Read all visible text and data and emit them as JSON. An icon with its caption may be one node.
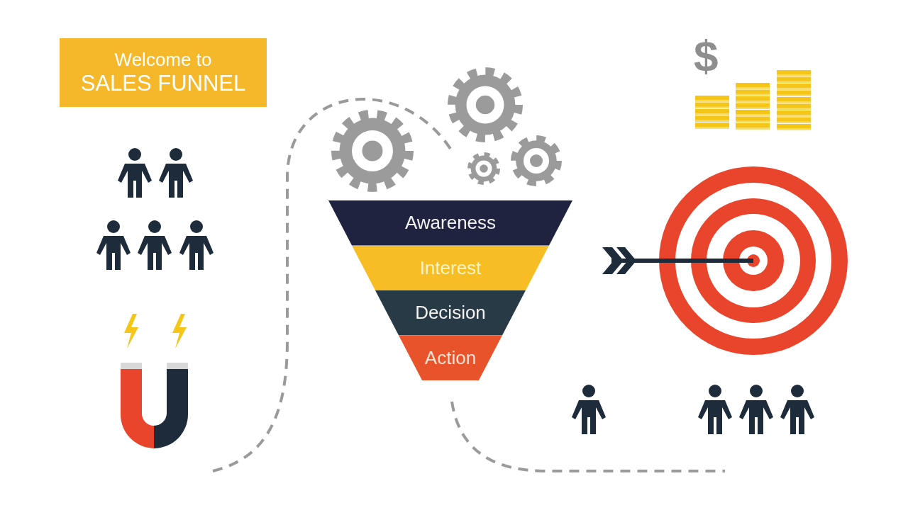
{
  "diagram": {
    "nodes": [
      {
        "text": [
          "Welcome to",
          "SALES FUNNEL"
        ]
      },
      {
        "text": [
          "Awareness"
        ]
      },
      {
        "text": [
          "Interest"
        ]
      },
      {
        "text": [
          "Decision"
        ]
      },
      {
        "text": [
          "Action"
        ]
      }
    ],
    "labels": [
      "$"
    ]
  }
}
